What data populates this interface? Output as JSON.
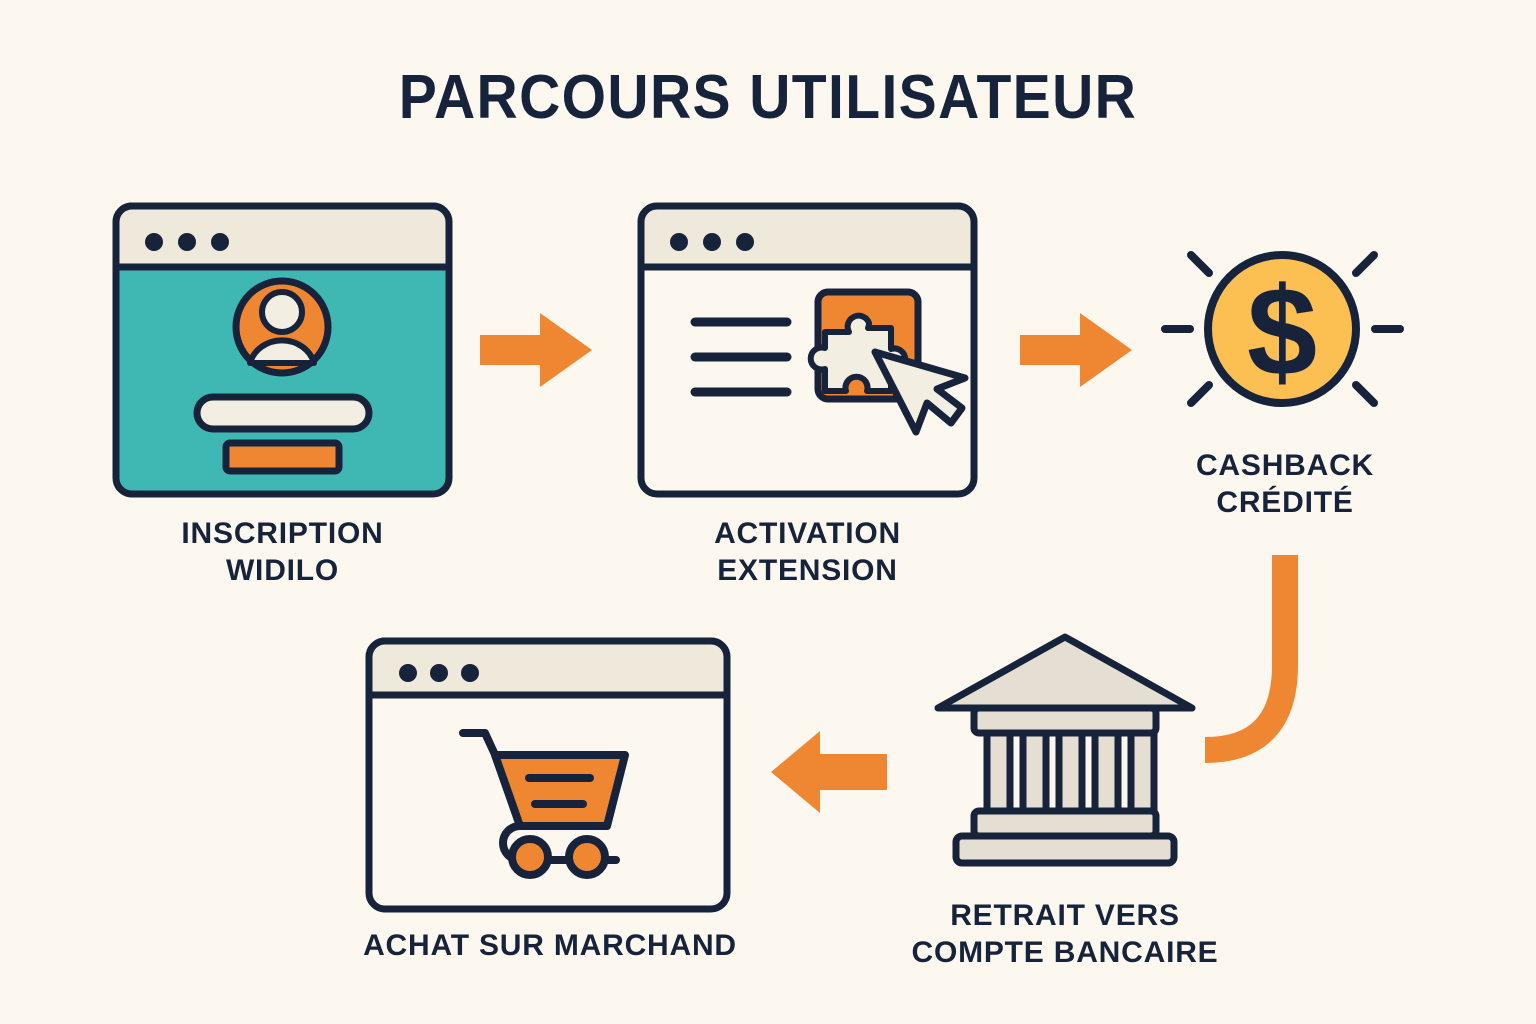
{
  "page": {
    "title": "PARCOURS UTILISATEUR",
    "background_color": "#FCF8EF",
    "ink_color": "#16233A",
    "accent_orange": "#EF8732",
    "accent_teal": "#3FB8B3",
    "accent_yellow": "#FBBF52",
    "panel_cream": "#EFE9DC"
  },
  "steps": [
    {
      "id": "step-1",
      "order": 1,
      "caption_lines": [
        "INSCRIPTION",
        "WIDILO"
      ],
      "icon": "browser-signup-window-icon",
      "icon_parts": [
        "window-dot",
        "window-dot",
        "window-dot",
        "user-avatar-icon",
        "input-field",
        "submit-button"
      ],
      "fill": "#3FB8B3"
    },
    {
      "id": "step-2",
      "order": 2,
      "caption_lines": [
        "ACTIVATION",
        "EXTENSION"
      ],
      "icon": "browser-extension-window-icon",
      "icon_parts": [
        "window-dot",
        "window-dot",
        "window-dot",
        "text-line",
        "text-line",
        "text-line",
        "puzzle-piece-icon",
        "cursor-arrow-icon"
      ],
      "fill": "#FCF8EF"
    },
    {
      "id": "step-3",
      "order": 3,
      "caption_lines": [
        "CASHBACK",
        "CRÉDITÉ"
      ],
      "icon": "dollar-coin-icon",
      "icon_parts": [
        "coin-circle",
        "dollar-sign",
        "shine-ray",
        "shine-ray",
        "shine-ray",
        "shine-ray",
        "shine-ray",
        "shine-ray"
      ],
      "fill": "#FBBF52"
    },
    {
      "id": "step-4",
      "order": 4,
      "caption_lines": [
        "RETRAIT VERS",
        "COMPTE BANCAIRE"
      ],
      "icon": "bank-building-icon",
      "icon_parts": [
        "pediment",
        "architrave",
        "column",
        "column",
        "column",
        "column",
        "column",
        "plinth",
        "base"
      ],
      "fill": "#E4DFD2"
    },
    {
      "id": "step-5",
      "order": 5,
      "caption_lines": [
        "ACHAT SUR MARCHAND"
      ],
      "icon": "browser-shopping-cart-window-icon",
      "icon_parts": [
        "window-dot",
        "window-dot",
        "window-dot",
        "cart-basket",
        "cart-line",
        "cart-line",
        "cart-wheel",
        "cart-wheel",
        "cart-handle"
      ],
      "fill": "#EF8732"
    }
  ],
  "connectors": [
    {
      "id": "arrow-1",
      "name": "arrow-step1-to-step2",
      "direction": "right",
      "color": "#EF8732"
    },
    {
      "id": "arrow-2",
      "name": "arrow-step2-to-step3",
      "direction": "right",
      "color": "#EF8732"
    },
    {
      "id": "curve-1",
      "name": "curve-step3-to-step4",
      "direction": "down-left",
      "color": "#EF8732"
    },
    {
      "id": "arrow-3",
      "name": "arrow-step4-to-step5",
      "direction": "left",
      "color": "#EF8732"
    }
  ]
}
